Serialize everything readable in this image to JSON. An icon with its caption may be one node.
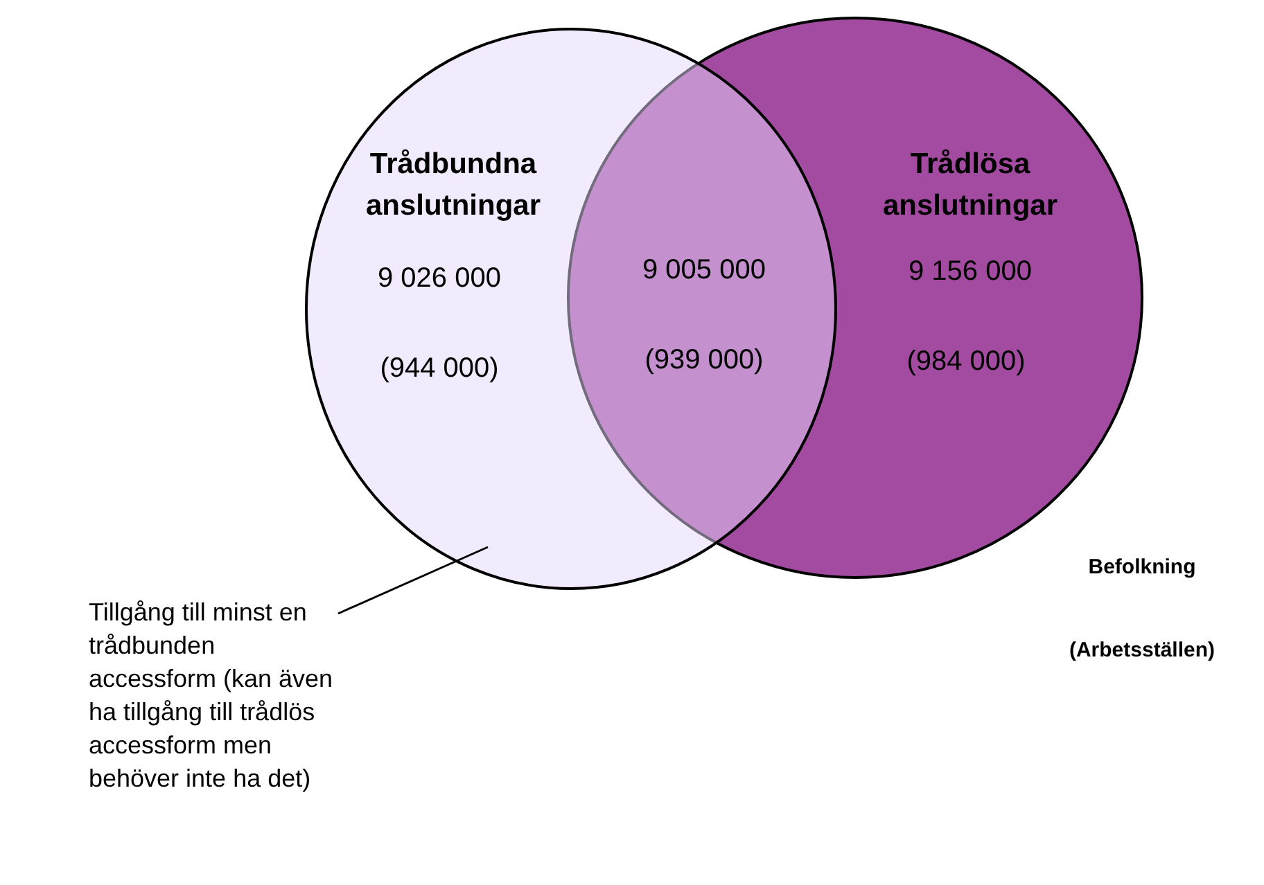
{
  "diagram": {
    "nodes": [
      {
        "text": [
          "Trådbundna anslutningar",
          "9 026 000",
          "(944 000)"
        ]
      },
      {
        "text": [
          "Trådlösa anslutningar",
          "9 156 000",
          "(984 000)"
        ]
      },
      {
        "text": [
          "Tillgång till minst en trådbunden accessform (kan även ha tillgång till trådlös accessform men behöver inte ha det)"
        ]
      }
    ],
    "edges": [
      {
        "from": 2,
        "to": 0,
        "arrow": "none"
      }
    ],
    "labels": [
      "9 005 000",
      "(939 000)",
      "Befolkning",
      "(Arbetsställen)"
    ]
  }
}
